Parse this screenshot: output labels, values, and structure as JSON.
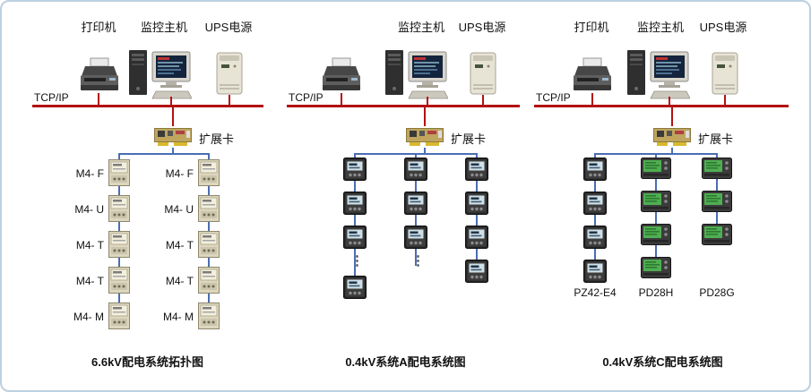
{
  "colors": {
    "bus_red": "#b31212",
    "wire_blue": "#4a6db5"
  },
  "p1": {
    "printer_label": "打印机",
    "host_label": "监控主机",
    "ups_label": "UPS电源",
    "tcpip": "TCP/IP",
    "card_label": "扩展卡",
    "rows": [
      {
        "left": "M4- F",
        "right": "M4- F"
      },
      {
        "left": "M4- U",
        "right": "M4- U"
      },
      {
        "left": "M4- T",
        "right": "M4- T"
      },
      {
        "left": "M4- T",
        "right": "M4- T"
      },
      {
        "left": "M4- M",
        "right": "M4- M"
      }
    ],
    "caption": "6.6kV配电系统拓扑图"
  },
  "p2": {
    "host_label": "监控主机",
    "ups_label": "UPS电源",
    "tcpip": "TCP/IP",
    "card_label": "扩展卡",
    "ellipsis": "⋮",
    "caption": "0.4kV系统A配电系统图"
  },
  "p3": {
    "printer_label": "打印机",
    "host_label": "监控主机",
    "ups_label": "UPS电源",
    "tcpip": "TCP/IP",
    "card_label": "扩展卡",
    "meter_labels": [
      "PZ42-E4",
      "PD28H",
      "PD28G"
    ],
    "caption": "0.4kV系统C配电系统图"
  }
}
